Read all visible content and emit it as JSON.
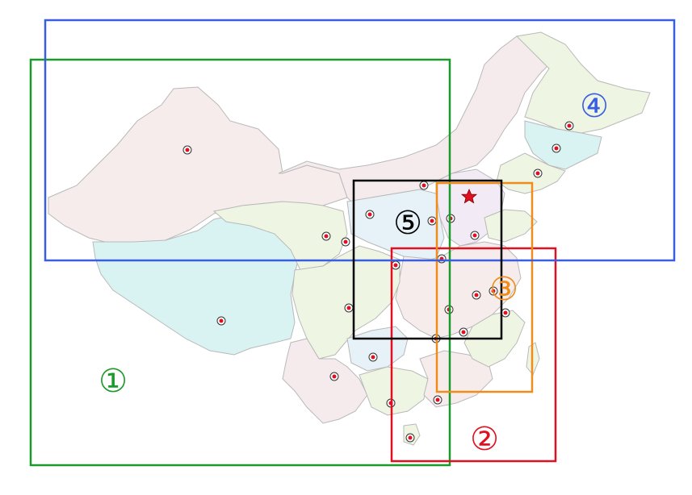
{
  "regions": [
    {
      "id": "region-1",
      "label": "①",
      "color": "#1a9a2a"
    },
    {
      "id": "region-2",
      "label": "②",
      "color": "#e01020"
    },
    {
      "id": "region-3",
      "label": "③",
      "color": "#f08c1a"
    },
    {
      "id": "region-4",
      "label": "④",
      "color": "#3a5ee0"
    },
    {
      "id": "region-5",
      "label": "⑤",
      "color": "#000000"
    }
  ],
  "capital_marker_color": "#e01020",
  "city_marker_color": "#e01020",
  "icons": [
    "capital-star-icon",
    "city-marker-icon"
  ]
}
